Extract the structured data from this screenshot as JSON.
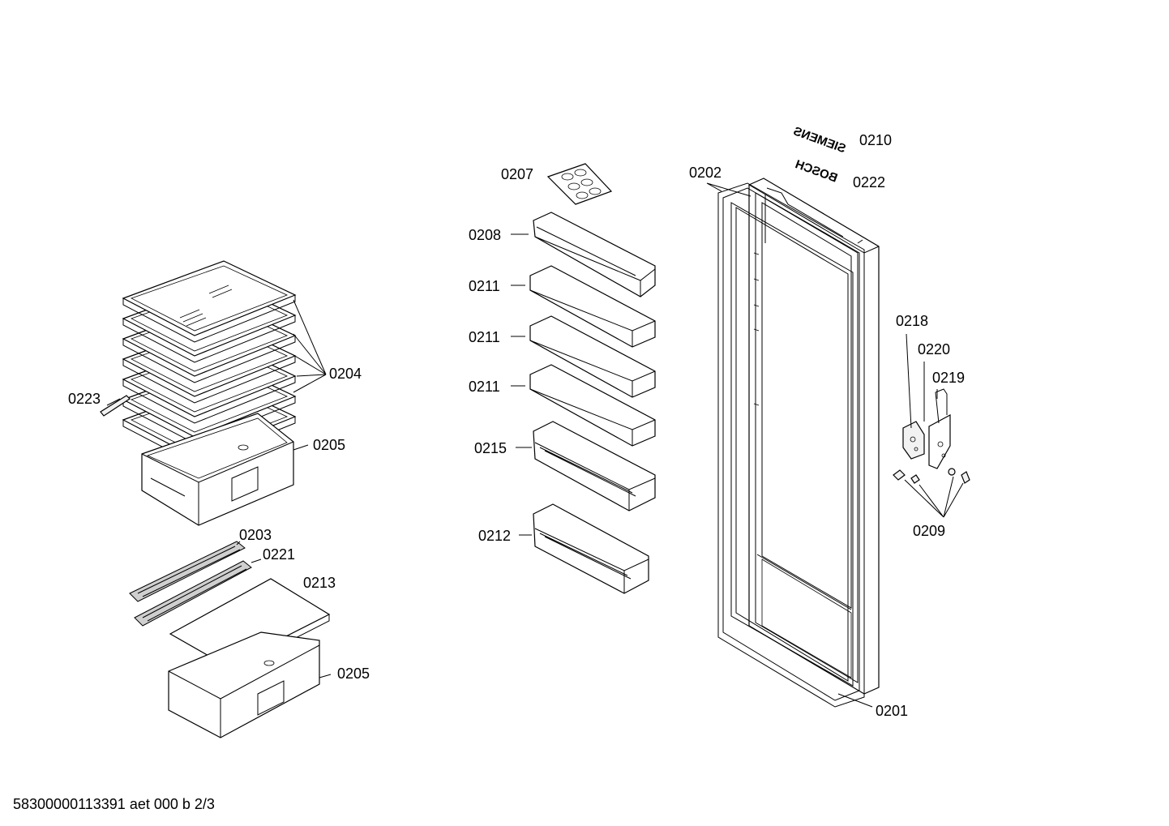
{
  "diagram": {
    "labels": {
      "p0210": "0210",
      "p0222": "0222",
      "p0207": "0207",
      "p0202": "0202",
      "p0208": "0208",
      "p0211a": "0211",
      "p0211b": "0211",
      "p0211c": "0211",
      "p0215": "0215",
      "p0212": "0212",
      "p0204": "0204",
      "p0223": "0223",
      "p0205a": "0205",
      "p0203": "0203",
      "p0221": "0221",
      "p0213": "0213",
      "p0205b": "0205",
      "p0218": "0218",
      "p0220": "0220",
      "p0219": "0219",
      "p0209": "0209",
      "p0201": "0201"
    },
    "brands": {
      "siemens": "SIEMENS",
      "bosch": "BOSCH"
    },
    "footer": "58300000113391 aet 000 b 2/3"
  }
}
